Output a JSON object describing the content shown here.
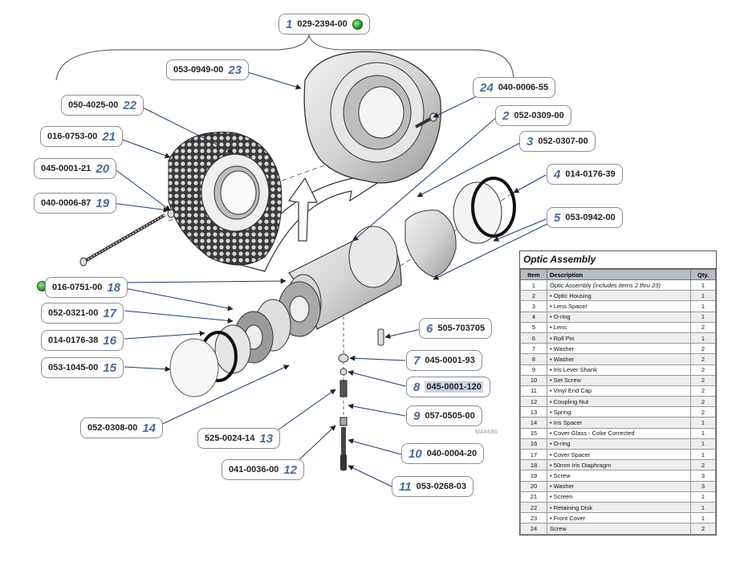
{
  "callouts": [
    {
      "num": "1",
      "part": "029-2394-00"
    },
    {
      "num": "2",
      "part": "052-0309-00"
    },
    {
      "num": "3",
      "part": "052-0307-00"
    },
    {
      "num": "4",
      "part": "014-0176-39"
    },
    {
      "num": "5",
      "part": "053-0942-00"
    },
    {
      "num": "6",
      "part": "505-703705"
    },
    {
      "num": "7",
      "part": "045-0001-93"
    },
    {
      "num": "8",
      "part": "045-0001-120"
    },
    {
      "num": "9",
      "part": "057-0505-00"
    },
    {
      "num": "10",
      "part": "040-0004-20"
    },
    {
      "num": "11",
      "part": "053-0268-03"
    },
    {
      "num": "12",
      "part": "041-0036-00"
    },
    {
      "num": "13",
      "part": "525-0024-14"
    },
    {
      "num": "14",
      "part": "052-0308-00"
    },
    {
      "num": "15",
      "part": "053-1045-00"
    },
    {
      "num": "16",
      "part": "014-0176-38"
    },
    {
      "num": "17",
      "part": "052-0321-00"
    },
    {
      "num": "18",
      "part": "016-0751-00"
    },
    {
      "num": "19",
      "part": "040-0006-87"
    },
    {
      "num": "20",
      "part": "045-0001-21"
    },
    {
      "num": "21",
      "part": "016-0753-00"
    },
    {
      "num": "22",
      "part": "050-4025-00"
    },
    {
      "num": "23",
      "part": "053-0949-00"
    },
    {
      "num": "24",
      "part": "040-0006-55"
    }
  ],
  "drawing_code": "MA8436i",
  "table": {
    "title": "Optic Assembly",
    "headers": {
      "item": "Item",
      "desc": "Description",
      "qty": "Qty."
    },
    "rows": [
      {
        "item": "1",
        "desc": "Optic Assembly",
        "note": "(includes items 2 thru 23)",
        "qty": "1"
      },
      {
        "item": "2",
        "desc": "• Optic Housing",
        "qty": "1"
      },
      {
        "item": "3",
        "desc": "• Lens Spacer",
        "qty": "1"
      },
      {
        "item": "4",
        "desc": "• O-ring",
        "qty": "1"
      },
      {
        "item": "5",
        "desc": "• Lens",
        "qty": "2"
      },
      {
        "item": "6",
        "desc": "• Roll Pin",
        "qty": "1"
      },
      {
        "item": "7",
        "desc": "• Washer",
        "qty": "2"
      },
      {
        "item": "8",
        "desc": "• Washer",
        "qty": "2"
      },
      {
        "item": "9",
        "desc": "• Iris Lever Shank",
        "qty": "2"
      },
      {
        "item": "10",
        "desc": "• Set Screw",
        "qty": "2"
      },
      {
        "item": "11",
        "desc": "• Vinyl End Cap",
        "qty": "2"
      },
      {
        "item": "12",
        "desc": "• Coupling Nut",
        "qty": "2"
      },
      {
        "item": "13",
        "desc": "• Spring",
        "qty": "2"
      },
      {
        "item": "14",
        "desc": "• Iris Spacer",
        "qty": "1"
      },
      {
        "item": "15",
        "desc": "• Cover Glass - Color Corrected",
        "qty": "1"
      },
      {
        "item": "16",
        "desc": "• O-ring",
        "qty": "1"
      },
      {
        "item": "17",
        "desc": "• Cover Spacer",
        "qty": "1"
      },
      {
        "item": "18",
        "desc": "• 50mm Iris Diaphragm",
        "qty": "2"
      },
      {
        "item": "19",
        "desc": "• Screw",
        "qty": "3"
      },
      {
        "item": "20",
        "desc": "• Washer",
        "qty": "3"
      },
      {
        "item": "21",
        "desc": "• Screen",
        "qty": "1"
      },
      {
        "item": "22",
        "desc": "• Retaining Disk",
        "qty": "1"
      },
      {
        "item": "23",
        "desc": "• Front Cover",
        "qty": "1"
      },
      {
        "item": "24",
        "desc": "Screw",
        "qty": "2"
      }
    ]
  }
}
